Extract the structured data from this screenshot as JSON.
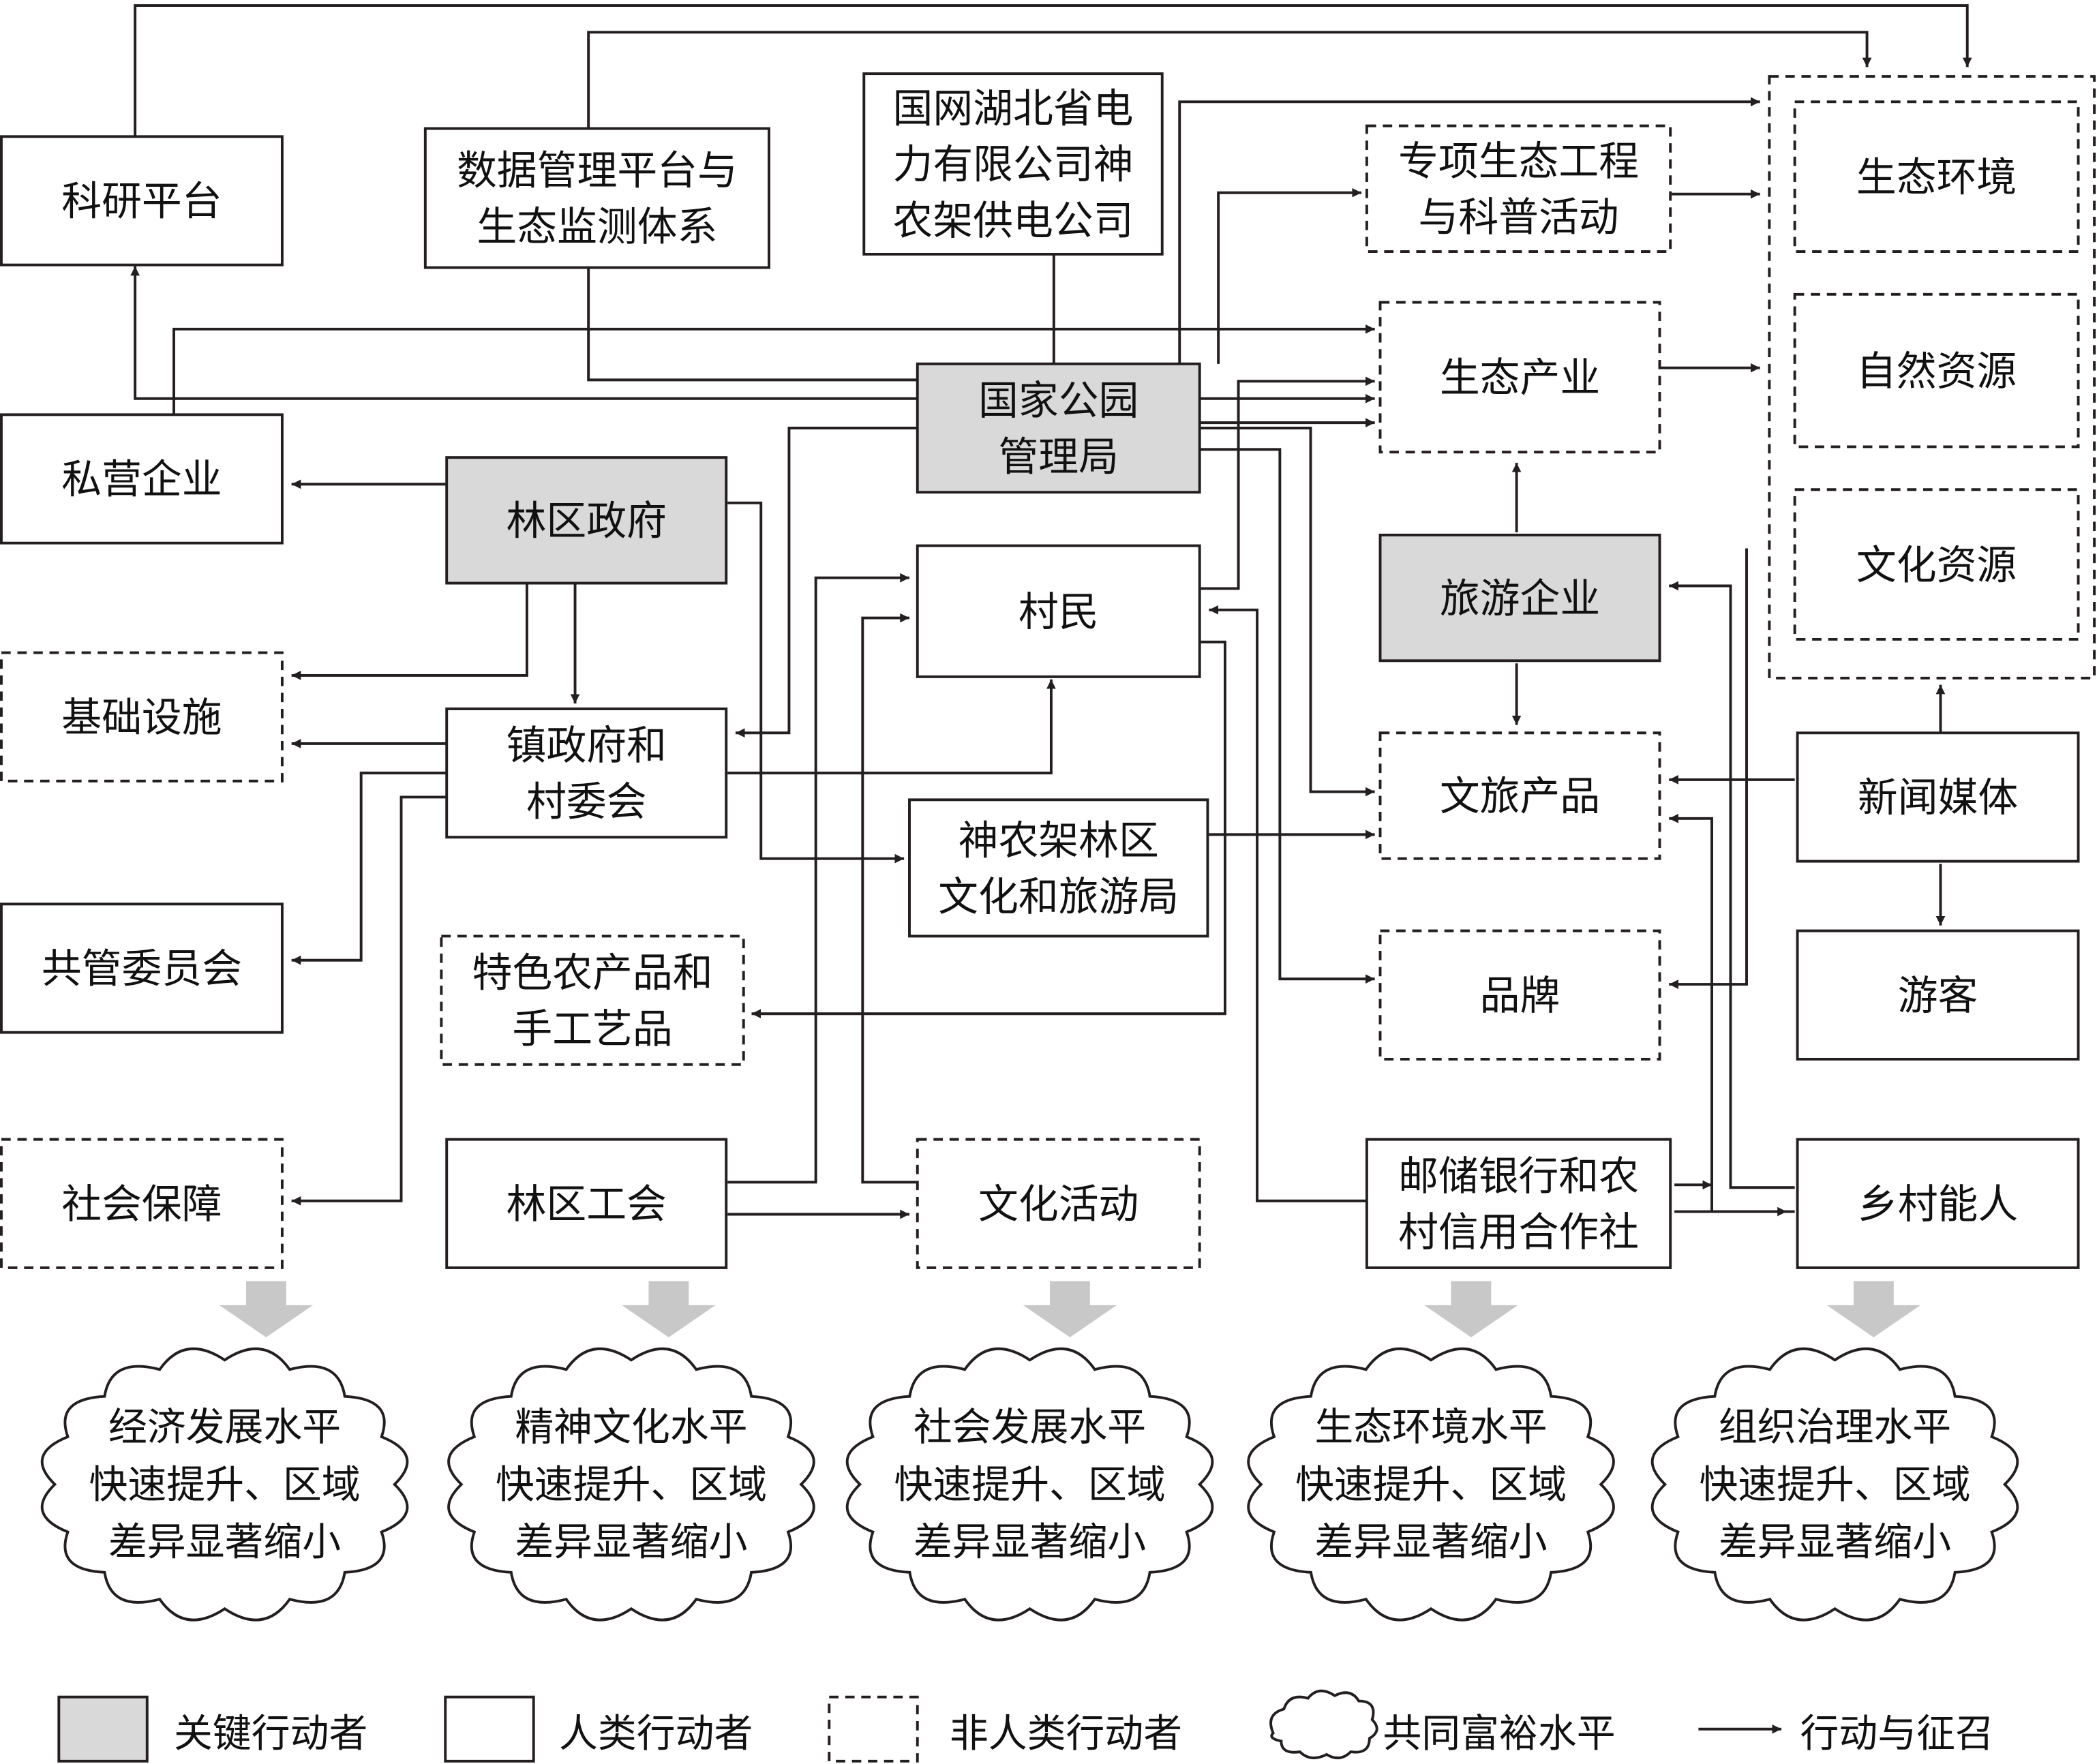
{
  "colors": {
    "key_fill": "#d9d9d9",
    "line": "#231f20",
    "down_arrow": "#c8c8c8"
  },
  "nodes": {
    "keyan": [
      "科研平台"
    ],
    "shuju": [
      "数据管理平台与",
      "生态监测体系"
    ],
    "guowang": [
      "国网湖北省电",
      "力有限公司神",
      "农架供电公司"
    ],
    "zhuanxiang": [
      "专项生态工程",
      "与科普活动"
    ],
    "shengtai_hj": [
      "生态环境"
    ],
    "ziran": [
      "自然资源"
    ],
    "wenhua_zy": [
      "文化资源"
    ],
    "guojia": [
      "国家公园",
      "管理局"
    ],
    "chanye": [
      "生态产业"
    ],
    "siying": [
      "私营企业"
    ],
    "linqu_zf": [
      "林区政府"
    ],
    "cunmin": [
      "村民"
    ],
    "lvyou": [
      "旅游企业"
    ],
    "jichu": [
      "基础设施"
    ],
    "zhenzf": [
      "镇政府和",
      "村委会"
    ],
    "wenlv_cp": [
      "文旅产品"
    ],
    "xinwen": [
      "新闻媒体"
    ],
    "wenlvju": [
      "神农架林区",
      "文化和旅游局"
    ],
    "gongguan": [
      "共管委员会"
    ],
    "tese": [
      "特色农产品和",
      "手工艺品"
    ],
    "pinpai": [
      "品牌"
    ],
    "youke": [
      "游客"
    ],
    "shehui": [
      "社会保障"
    ],
    "gonghui": [
      "林区工会"
    ],
    "wenhua_hd": [
      "文化活动"
    ],
    "youchu": [
      "邮储银行和农",
      "村信用合作社"
    ],
    "nengren": [
      "乡村能人"
    ]
  },
  "clouds": [
    [
      "经济发展水平",
      "快速提升、区域",
      "差异显著缩小"
    ],
    [
      "精神文化水平",
      "快速提升、区域",
      "差异显著缩小"
    ],
    [
      "社会发展水平",
      "快速提升、区域",
      "差异显著缩小"
    ],
    [
      "生态环境水平",
      "快速提升、区域",
      "差异显著缩小"
    ],
    [
      "组织治理水平",
      "快速提升、区域",
      "差异显著缩小"
    ]
  ],
  "legend": {
    "key": "关键行动者",
    "human": "人类行动者",
    "nonhuman": "非人类行动者",
    "cloud": "共同富裕水平",
    "arrow": "行动与征召"
  }
}
